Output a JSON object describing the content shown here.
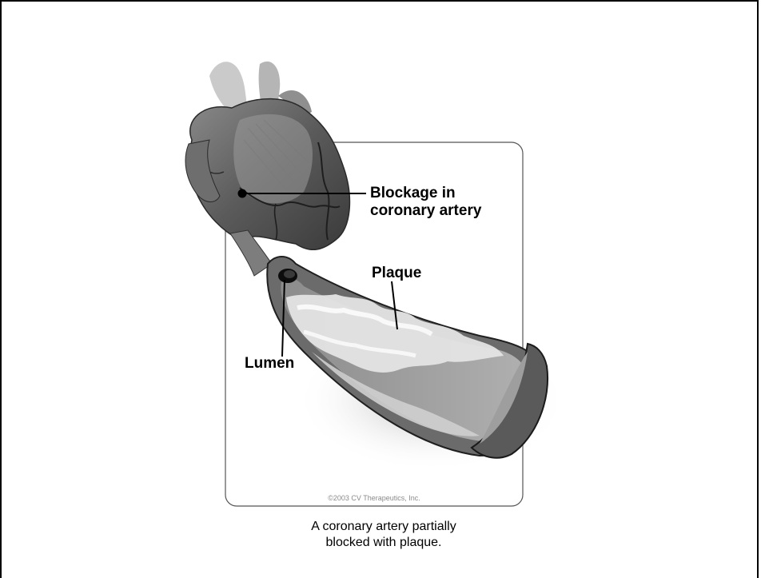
{
  "labels": {
    "blockage_line1": "Blockage in",
    "blockage_line2": "coronary artery",
    "plaque": "Plaque",
    "lumen": "Lumen"
  },
  "copyright": "©2003 CV Therapeutics, Inc.",
  "caption": {
    "line1": "A coronary artery partially",
    "line2": "blocked with plaque."
  }
}
